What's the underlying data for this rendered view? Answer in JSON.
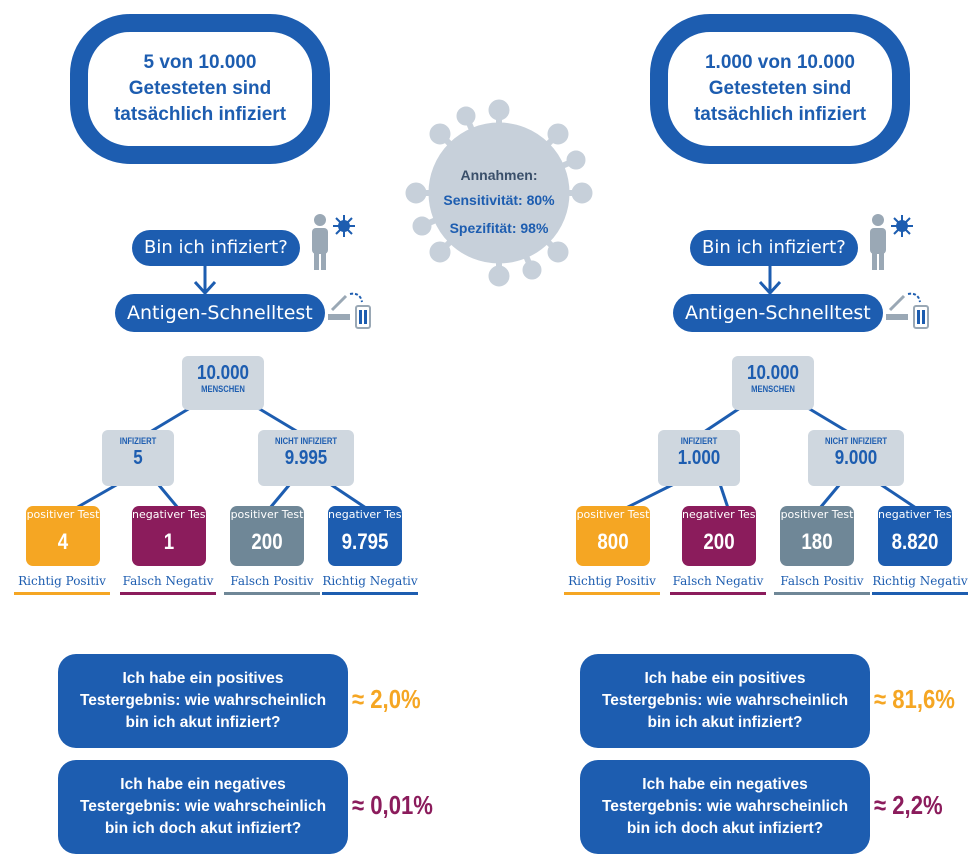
{
  "colors": {
    "blue": "#1d5db0",
    "orange": "#f5a623",
    "purple": "#8b1c5c",
    "slate": "#6f8797",
    "node_gray": "#cfd7df",
    "virus_gray": "#c7d0da"
  },
  "assumptions": {
    "title": "Annahmen:",
    "sensitivity": "Sensitivität: 80%",
    "specificity": "Spezifität: 98%"
  },
  "question": "Bin ich infiziert?",
  "test": "Antigen-Schnelltest",
  "left": {
    "scenario": "5 von 10.000\nGetesteten sind\ntatsächlich infiziert",
    "root": {
      "value": "10.000",
      "caption": "MENSCHEN"
    },
    "infected": {
      "caption": "INFIZIERT",
      "value": "5"
    },
    "not_infected": {
      "caption": "NICHT INFIZIERT",
      "value": "9.995"
    },
    "leaves": [
      {
        "header": "positiver Test",
        "value": "4",
        "label": "Richtig Positiv"
      },
      {
        "header": "negativer Test",
        "value": "1",
        "label": "Falsch Negativ"
      },
      {
        "header": "positiver Test",
        "value": "200",
        "label": "Falsch Positiv"
      },
      {
        "header": "negativer Test",
        "value": "9.795",
        "label": "Richtig Negativ"
      }
    ],
    "positive_question": "Ich habe ein positives\nTestergebnis: wie wahrscheinlich\nbin ich akut infiziert?",
    "positive_result": "≈ 2,0%",
    "negative_question": "Ich habe ein negatives\nTestergebnis: wie wahrscheinlich\nbin ich doch akut infiziert?",
    "negative_result": "≈ 0,01%"
  },
  "right": {
    "scenario": "1.000 von 10.000\nGetesteten sind\ntatsächlich infiziert",
    "root": {
      "value": "10.000",
      "caption": "MENSCHEN"
    },
    "infected": {
      "caption": "INFIZIERT",
      "value": "1.000"
    },
    "not_infected": {
      "caption": "NICHT INFIZIERT",
      "value": "9.000"
    },
    "leaves": [
      {
        "header": "positiver Test",
        "value": "800",
        "label": "Richtig Positiv"
      },
      {
        "header": "negativer Test",
        "value": "200",
        "label": "Falsch Negativ"
      },
      {
        "header": "positiver Test",
        "value": "180",
        "label": "Falsch Positiv"
      },
      {
        "header": "negativer Test",
        "value": "8.820",
        "label": "Richtig Negativ"
      }
    ],
    "positive_question": "Ich habe ein positives\nTestergebnis: wie wahrscheinlich\nbin ich akut infiziert?",
    "positive_result": "≈ 81,6%",
    "negative_question": "Ich habe ein negatives\nTestergebnis: wie wahrscheinlich\nbin ich doch akut infiziert?",
    "negative_result": "≈ 2,2%"
  }
}
